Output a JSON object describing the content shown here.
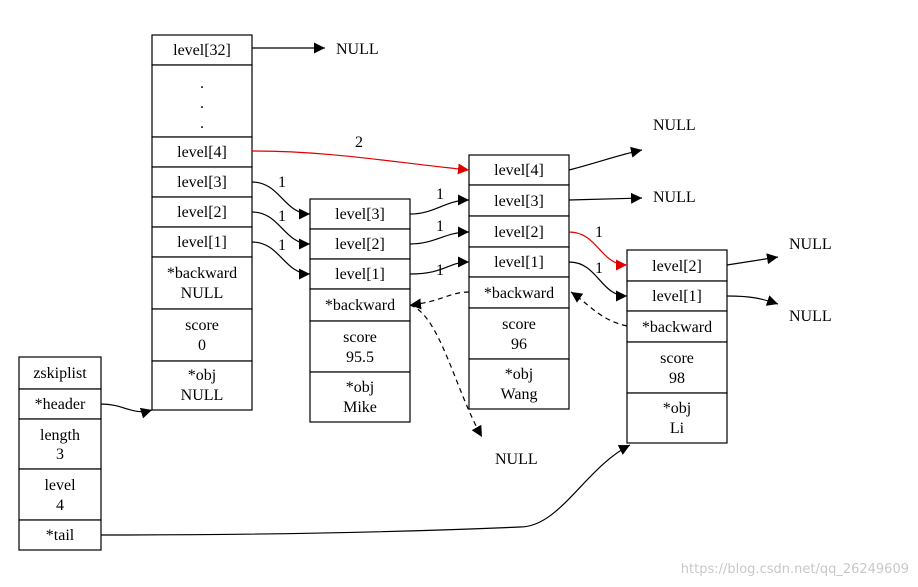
{
  "header_node": {
    "level32": "level[32]",
    "dots": [
      ".",
      ".",
      "."
    ],
    "level4": "level[4]",
    "level3": "level[3]",
    "level2": "level[2]",
    "level1": "level[1]",
    "backward": [
      "*backward",
      "NULL"
    ],
    "score": [
      "score",
      "0"
    ],
    "obj": [
      "*obj",
      "NULL"
    ]
  },
  "zskiplist": {
    "title": "zskiplist",
    "header": "*header",
    "length": [
      "length",
      "3"
    ],
    "level": [
      "level",
      "4"
    ],
    "tail": "*tail"
  },
  "node_mike": {
    "level3": "level[3]",
    "level2": "level[2]",
    "level1": "level[1]",
    "backward": "*backward",
    "score": [
      "score",
      "95.5"
    ],
    "obj": [
      "*obj",
      "Mike"
    ]
  },
  "node_wang": {
    "level4": "level[4]",
    "level3": "level[3]",
    "level2": "level[2]",
    "level1": "level[1]",
    "backward": "*backward",
    "score": [
      "score",
      "96"
    ],
    "obj": [
      "*obj",
      "Wang"
    ]
  },
  "node_li": {
    "level2": "level[2]",
    "level1": "level[1]",
    "backward": "*backward",
    "score": [
      "score",
      "98"
    ],
    "obj": [
      "*obj",
      "Li"
    ]
  },
  "labels": {
    "null": "NULL",
    "span_1": "1",
    "span_2": "2"
  },
  "colors": {
    "highlight_edge": "#e00000",
    "line": "#000000"
  },
  "watermark": "https://blog.csdn.net/qq_26249609"
}
